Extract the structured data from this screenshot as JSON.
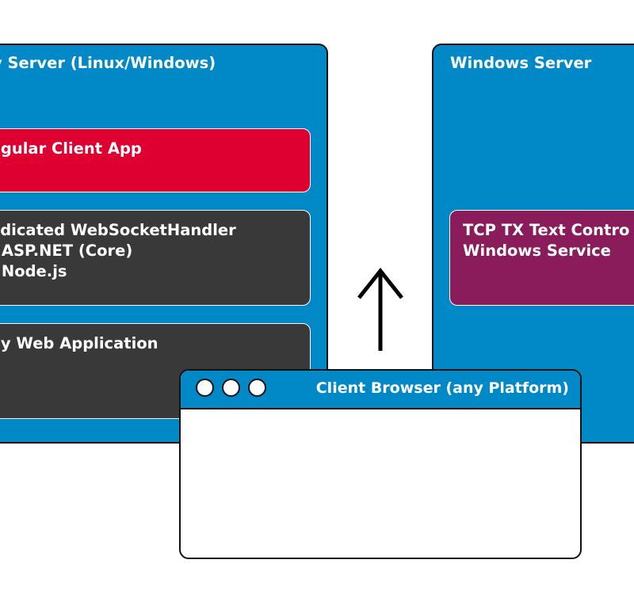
{
  "colors": {
    "server_blue": "#0088c7",
    "angular_red": "#dd0031",
    "dark_box": "#393939",
    "tcp_purple": "#8b1c5c",
    "outline": "#111111"
  },
  "left_server": {
    "title": "y Server (Linux/Windows)",
    "angular_box": {
      "lines": [
        "ngular Client App"
      ]
    },
    "websocket_box": {
      "lines": [
        "edicated WebSocketHandler",
        "- ASP.NET (Core)",
        "- Node.js"
      ]
    },
    "webapp_box": {
      "lines": [
        "ny Web Application"
      ]
    }
  },
  "right_server": {
    "title": "Windows Server",
    "tcp_box": {
      "lines": [
        "TCP TX Text Contro",
        "Windows Service"
      ]
    }
  },
  "connector": {
    "icon": "up-arrow-icon"
  },
  "browser": {
    "title": "Client Browser (any Platform)",
    "buttons": [
      "circle-button-icon",
      "circle-button-icon",
      "circle-button-icon"
    ]
  }
}
